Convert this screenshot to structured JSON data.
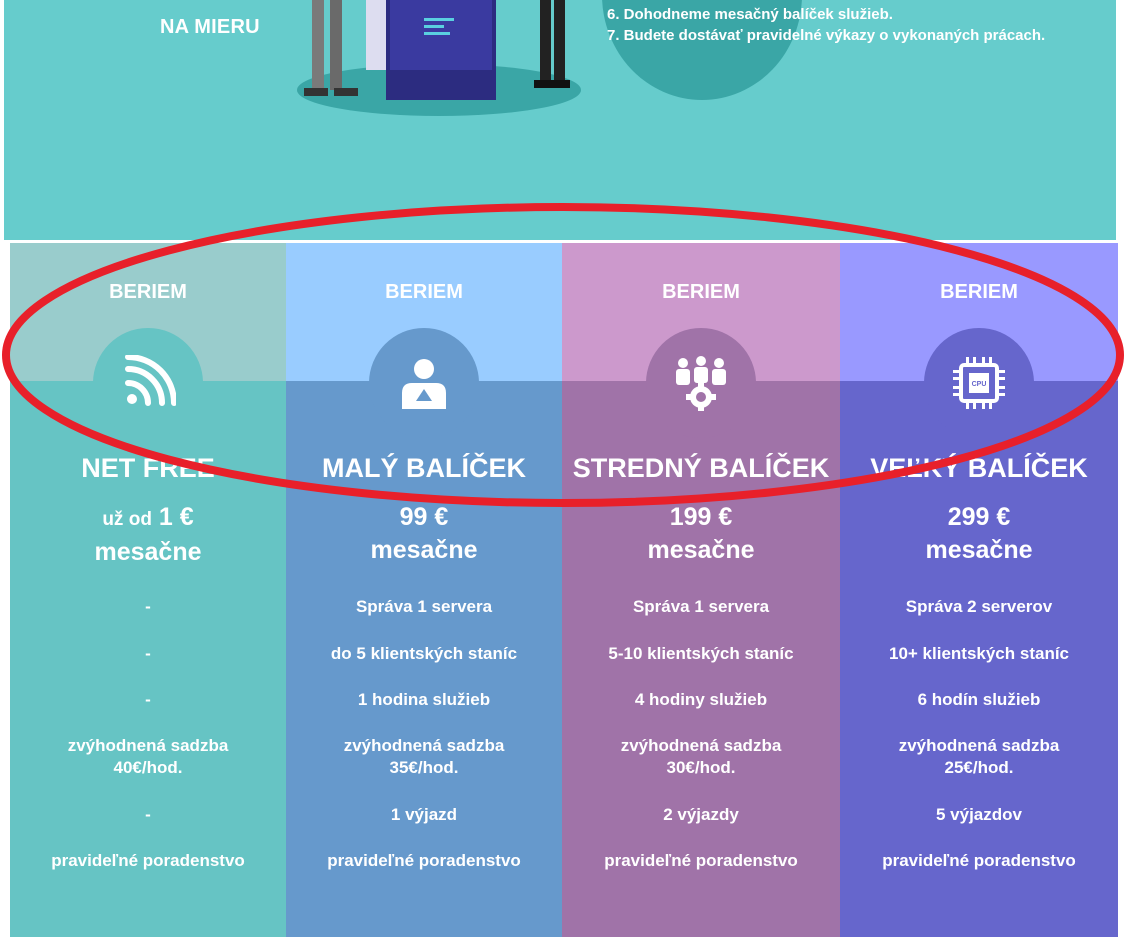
{
  "hero": {
    "label": "NA MIERU",
    "steps": [
      "6. Dohodneme mesačný balíček služieb.",
      "7. Budete dostávať pravidelné výkazy o vykonaných prácach."
    ]
  },
  "packages": [
    {
      "cta": "BERIEM",
      "name": "NET FREE",
      "price_prefix": "už od",
      "price": "1 €",
      "period": "mesačne",
      "icon": "wifi-icon",
      "color_top": "#99cccc",
      "color_bottom": "#66c4c4",
      "color_circle": "#66c4c4",
      "features": [
        "-",
        "-",
        "-",
        "zvýhodnená sadzba\n40€/hod.",
        "-",
        "pravideľné poradenstvo"
      ]
    },
    {
      "cta": "BERIEM",
      "name": "MALÝ BALÍČEK",
      "price_prefix": "",
      "price": "99 €",
      "period": "mesačne",
      "icon": "user-icon",
      "color_top": "#99ccff",
      "color_bottom": "#6699cc",
      "color_circle": "#6699cc",
      "features": [
        "Správa 1 servera",
        "do 5 klientských staníc",
        "1 hodina služieb",
        "zvýhodnená sadzba\n35€/hod.",
        "1 výjazd",
        "pravideľné poradenstvo"
      ]
    },
    {
      "cta": "BERIEM",
      "name": "STREDNÝ BALÍČEK",
      "price_prefix": "",
      "price": "199 €",
      "period": "mesačne",
      "icon": "team-gear-icon",
      "color_top": "#cc99cc",
      "color_bottom": "#a073a8",
      "color_circle": "#a073a8",
      "features": [
        "Správa 1 servera",
        "5-10 klientských staníc",
        "4 hodiny služieb",
        "zvýhodnená sadzba\n30€/hod.",
        "2 výjazdy",
        "pravideľné poradenstvo"
      ]
    },
    {
      "cta": "BERIEM",
      "name": "VEĽKÝ BALÍČEK",
      "price_prefix": "",
      "price": "299 €",
      "period": "mesačne",
      "icon": "cpu-icon",
      "color_top": "#9999ff",
      "color_bottom": "#6666cc",
      "color_circle": "#6666cc",
      "features": [
        "Správa 2 serverov",
        "10+ klientských staníc",
        "6 hodín služieb",
        "zvýhodnená sadzba\n25€/hod.",
        "5 výjazdov",
        "pravideľné poradenstvo"
      ]
    }
  ],
  "annotation": {
    "color": "#e8202a"
  }
}
